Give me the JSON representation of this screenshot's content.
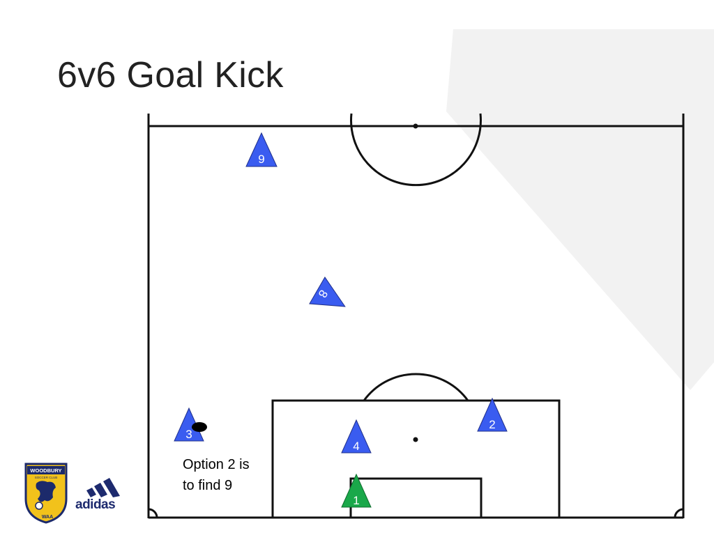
{
  "slide": {
    "title": "6v6 Goal Kick",
    "note_lines": [
      "Option 2 is",
      "to find 9"
    ]
  },
  "players": [
    {
      "number": "9",
      "team": "blue"
    },
    {
      "number": "8",
      "team": "blue"
    },
    {
      "number": "3",
      "team": "blue"
    },
    {
      "number": "4",
      "team": "blue"
    },
    {
      "number": "2",
      "team": "blue"
    },
    {
      "number": "1",
      "team": "green"
    }
  ],
  "logos": {
    "club": {
      "text": "WOODBURY",
      "subtext": "SOCCER CLUB",
      "bottom": "WAA"
    },
    "sponsor": {
      "text": "adidas"
    }
  },
  "colors": {
    "player_blue": "#3a5cf0",
    "goalkeeper_green": "#1aa84a",
    "pitch_lines": "#111111",
    "background_panel": "#f2f2f2",
    "club_navy": "#1c2a6b",
    "club_gold": "#f2c21b",
    "sponsor_navy": "#1d2a6e"
  }
}
